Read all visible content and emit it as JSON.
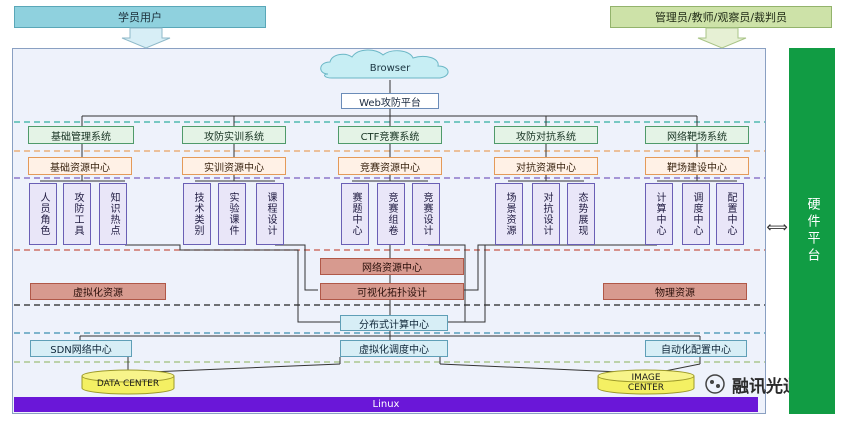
{
  "users": {
    "learner": "学员用户",
    "admin": "管理员/教师/观察员/裁判员"
  },
  "browser": "Browser",
  "web_platform": "Web攻防平台",
  "systems": [
    "基础管理系统",
    "攻防实训系统",
    "CTF竞赛系统",
    "攻防对抗系统",
    "网络靶场系统"
  ],
  "resource_centers": [
    "基础资源中心",
    "实训资源中心",
    "竞赛资源中心",
    "对抗资源中心",
    "靶场建设中心"
  ],
  "modules": [
    [
      "人员角色",
      "攻防工具",
      "知识热点"
    ],
    [
      "技术类别",
      "实验课件",
      "课程设计"
    ],
    [
      "赛题中心",
      "竞赛组卷",
      "竞赛设计"
    ],
    [
      "场景资源",
      "对抗设计",
      "态势展现"
    ],
    [
      "计算中心",
      "调度中心",
      "配置中心"
    ]
  ],
  "network_resource_center": "网络资源中心",
  "virtualization_resource": "虚拟化资源",
  "visual_topology": "可视化拓扑设计",
  "physical_resource": "物理资源",
  "distributed_compute": "分布式计算中心",
  "sdn_center": "SDN网络中心",
  "virt_schedule": "虚拟化调度中心",
  "auto_config": "自动化配置中心",
  "data_center": "DATA CENTER",
  "image_center": [
    "IMAGE",
    "CENTER"
  ],
  "linux": "Linux",
  "hardware": "硬件平台",
  "bidir_arrow": "⟺",
  "watermark": "融讯光通",
  "colors": {
    "linux": "#6a17d8",
    "hardware": "#119c44"
  }
}
